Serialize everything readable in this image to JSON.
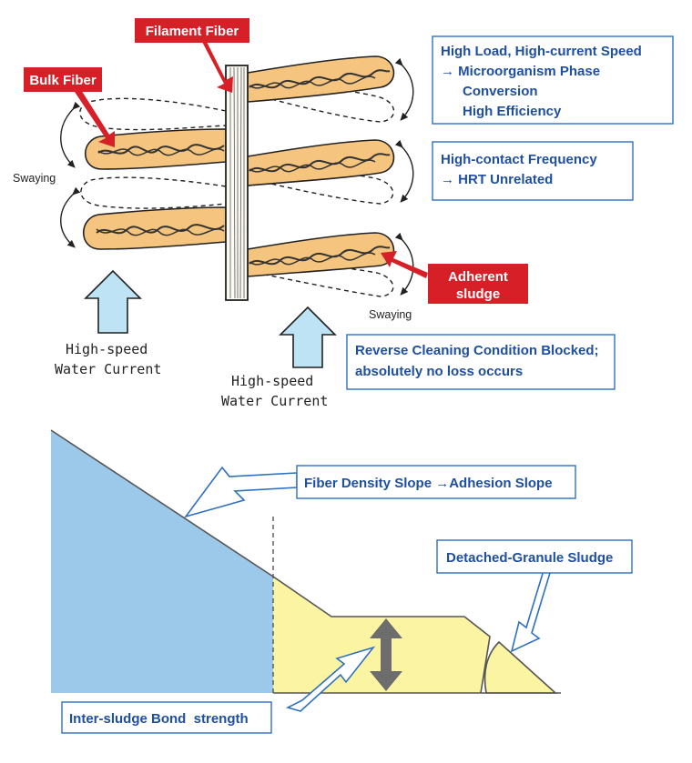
{
  "top_labels": {
    "filament_fiber": "Filament Fiber",
    "bulk_fiber": "Bulk Fiber",
    "adherent_sludge_line1": "Adherent",
    "adherent_sludge_line2": "sludge",
    "swaying_left": "Swaying",
    "swaying_right": "Swaying",
    "water_current_left_line1": "High-speed",
    "water_current_left_line2": "Water Current",
    "water_current_center_line1": "High-speed",
    "water_current_center_line2": "Water Current"
  },
  "info_boxes": {
    "high_load": [
      "High Load, High-current Speed",
      "→ Microorganism Phase",
      "Conversion",
      "High Efficiency"
    ],
    "high_contact": [
      "High-contact Frequency",
      "→ HRT Unrelated"
    ],
    "reverse_cleaning": [
      "Reverse Cleaning Condition Blocked;",
      "absolutely no loss occurs"
    ]
  },
  "bottom_labels": {
    "fiber_density": "Fiber Density Slope →Adhesion Slope",
    "detached_granule": "Detached-Granule Sludge",
    "inter_sludge": "Inter-sludge Bond  strength"
  },
  "colors": {
    "red_label": "#d61f26",
    "blue_text": "#1f4fa0",
    "box_border": "#2f6fc0",
    "fiber_fill": "#f5c47e",
    "current_arrow": "#bde3f5",
    "slope_blue": "#9cc8ea",
    "sludge_yellow": "#fbf5a3",
    "bond_arrow": "#6d6d6d"
  }
}
